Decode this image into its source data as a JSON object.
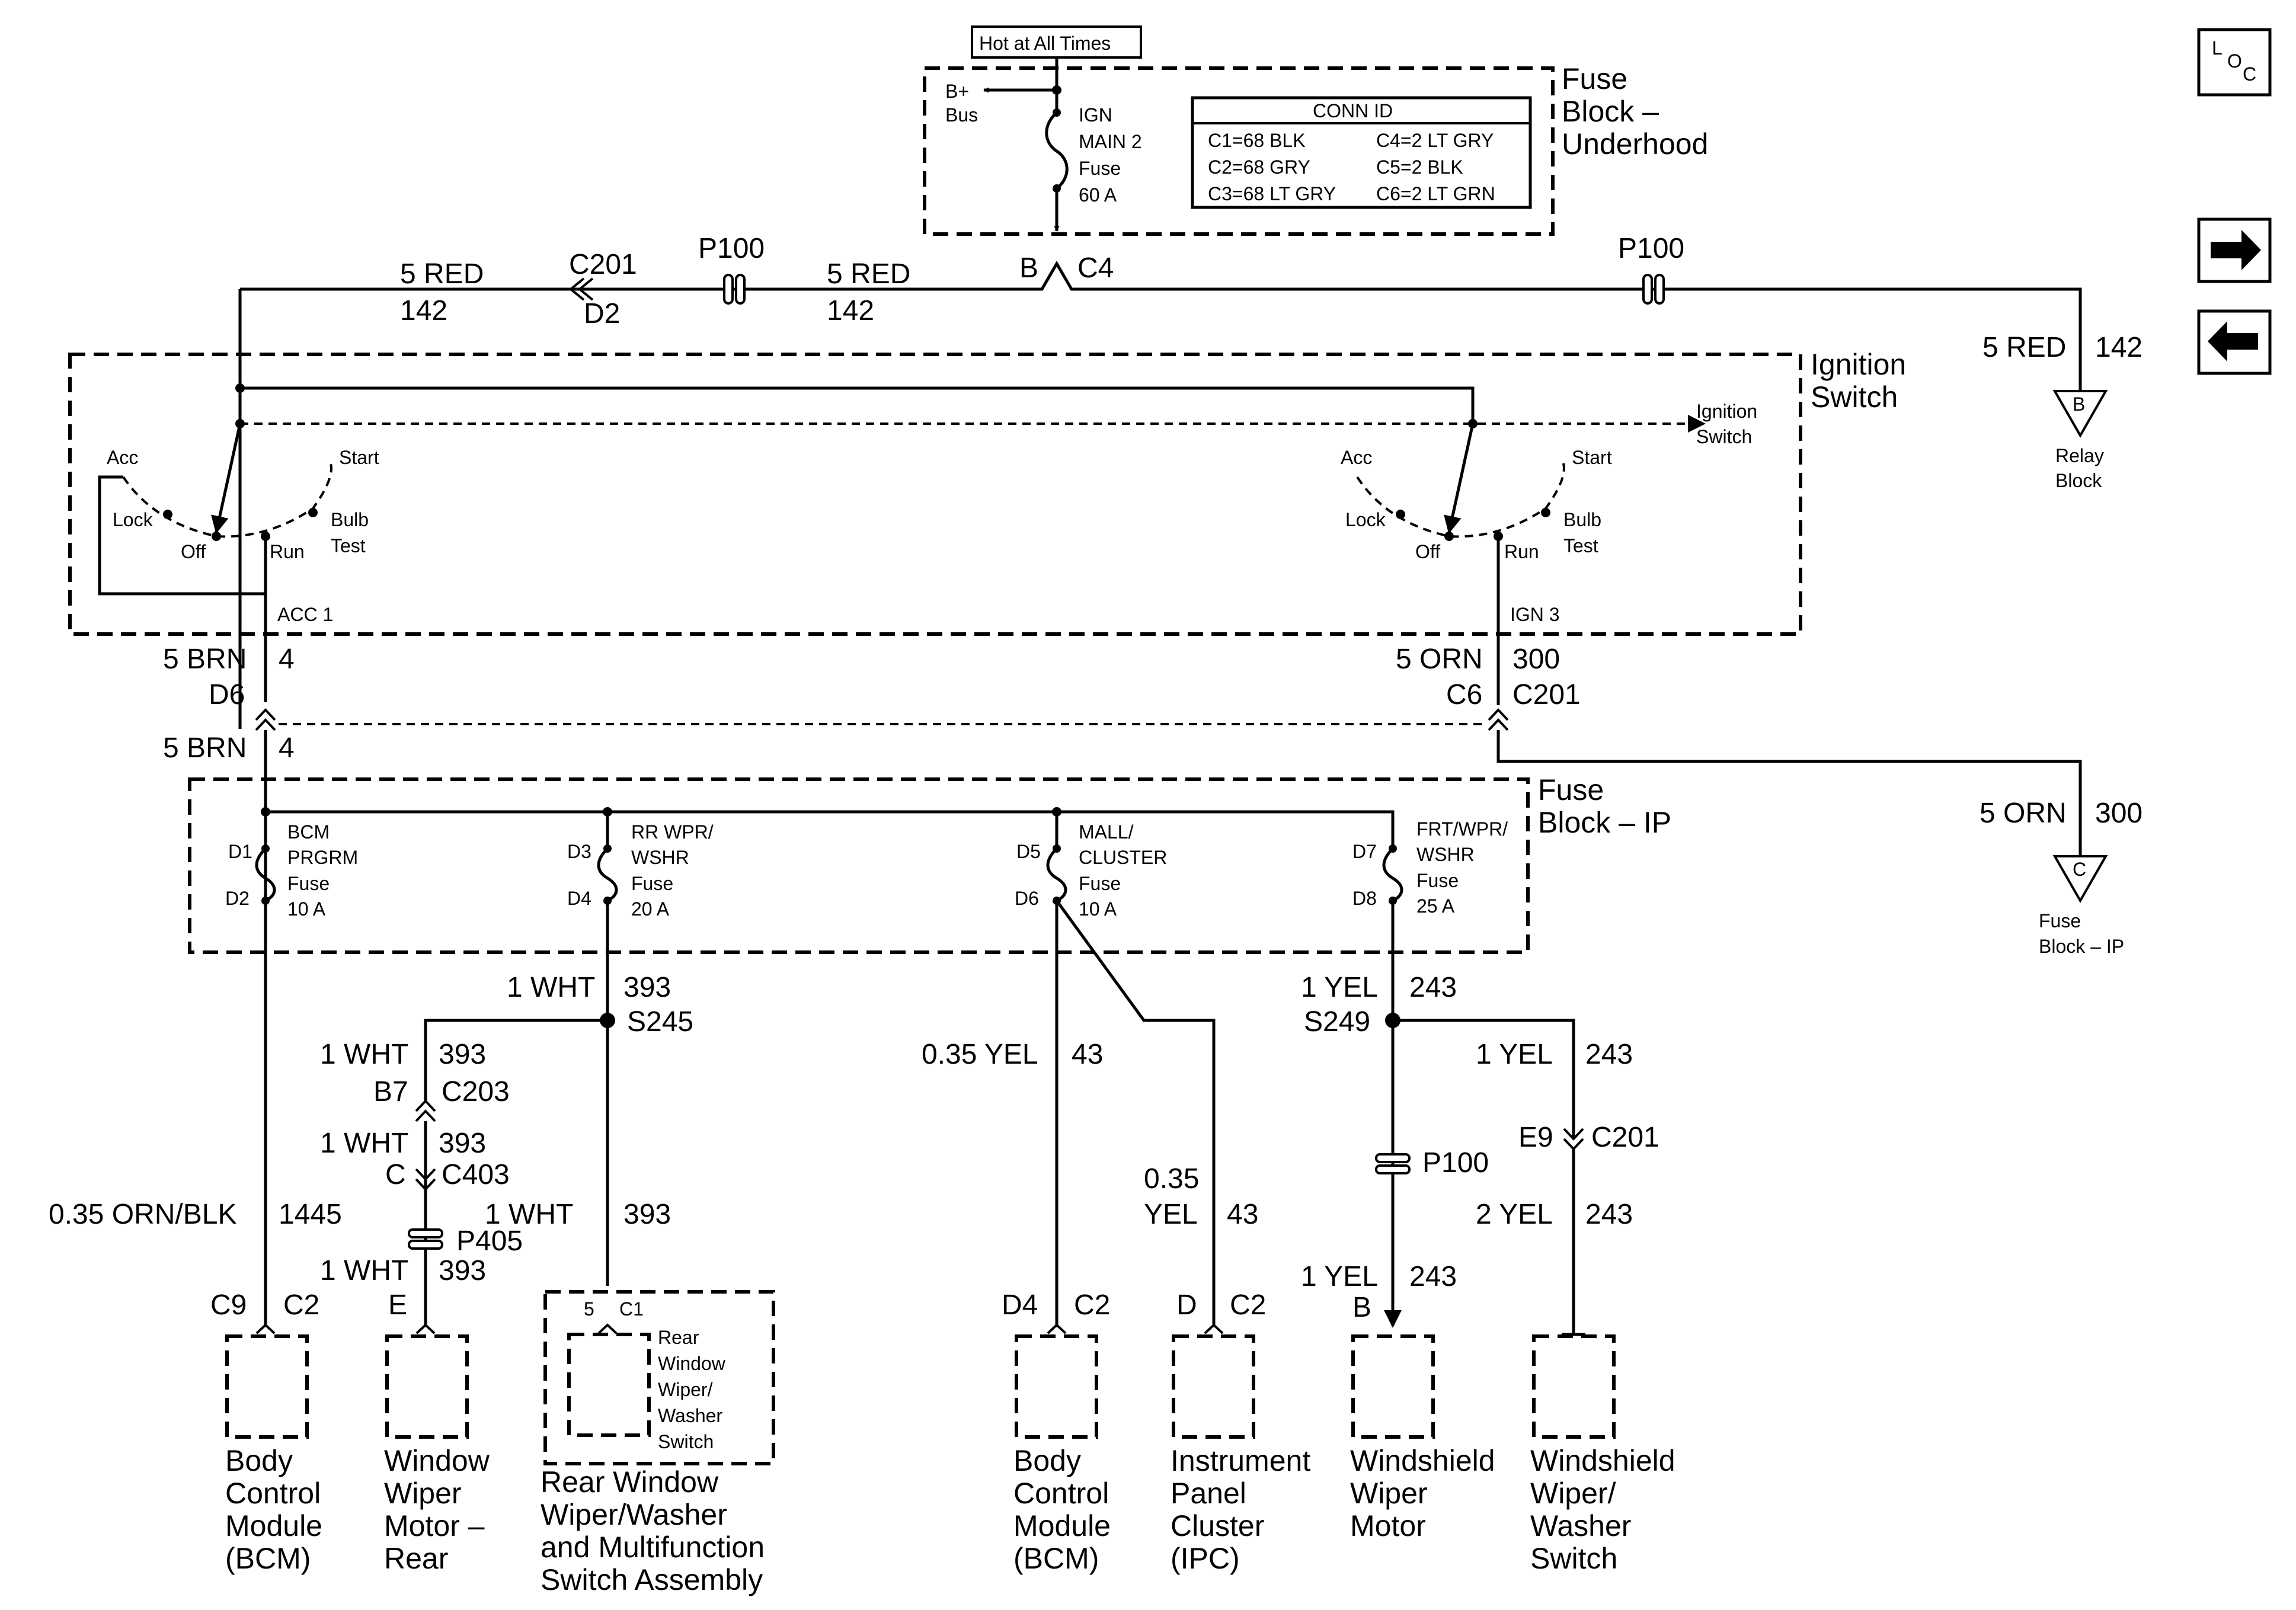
{
  "hot_label": "Hot at All Times",
  "nav": {
    "loc_l": "L",
    "loc_o": "O",
    "loc_c": "C"
  },
  "fuse_underhood": {
    "title_1": "Fuse",
    "title_2": "Block –",
    "title_3": "Underhood",
    "bplus_1": "B+",
    "bplus_2": "Bus",
    "fuse_1": "IGN",
    "fuse_2": "MAIN 2",
    "fuse_3": "Fuse",
    "fuse_4": "60 A",
    "conn_title": "CONN ID",
    "conn": [
      "C1=68 BLK",
      "C2=68 GRY",
      "C3=68 LT GRY",
      "C4=2 LT GRY",
      "C5=2 BLK",
      "C6=2 LT GRN"
    ],
    "pin": "B",
    "conn_pin": "C4"
  },
  "top_wires": {
    "left_wire": "5 RED",
    "left_circuit": "142",
    "c201": "C201",
    "d2": "D2",
    "p100_left": "P100",
    "mid_wire": "5 RED",
    "mid_circuit": "142",
    "p100_right": "P100",
    "relay_wire": "5 RED",
    "relay_circuit": "142",
    "relay_pin": "B",
    "relay_1": "Relay",
    "relay_2": "Block"
  },
  "ignition": {
    "title_1": "Ignition",
    "title_2": "Switch",
    "ref_1": "Ignition",
    "ref_2": "Switch",
    "acc": "Acc",
    "lock": "Lock",
    "off": "Off",
    "run": "Run",
    "start": "Start",
    "bulb": "Bulb",
    "test": "Test",
    "acc1": "ACC 1",
    "ign3": "IGN 3"
  },
  "mid_wires": {
    "brn_top": "5 BRN",
    "brn_top_circuit": "4",
    "d6": "D6",
    "brn_bot": "5 BRN",
    "brn_bot_circuit": "4",
    "orn": "5 ORN",
    "orn_circuit": "300",
    "c6": "C6",
    "c201": "C201",
    "orn_out": "5 ORN",
    "orn_out_circuit": "300",
    "fuse_ip_pin": "C",
    "fuse_ip_1": "Fuse",
    "fuse_ip_2": "Block – IP"
  },
  "fuse_ip": {
    "title_1": "Fuse",
    "title_2": "Block – IP",
    "fuses": [
      {
        "pin_top": "D1",
        "pin_bot": "D2",
        "n1": "BCM",
        "n2": "PRGRM",
        "n3": "Fuse",
        "n4": "10 A"
      },
      {
        "pin_top": "D3",
        "pin_bot": "D4",
        "n1": "RR WPR/",
        "n2": "WSHR",
        "n3": "Fuse",
        "n4": "20 A"
      },
      {
        "pin_top": "D5",
        "pin_bot": "D6",
        "n1": "MALL/",
        "n2": "CLUSTER",
        "n3": "Fuse",
        "n4": "10 A"
      },
      {
        "pin_top": "D7",
        "pin_bot": "D8",
        "n1": "FRT/WPR/",
        "n2": "WSHR",
        "n3": "Fuse",
        "n4": "25 A"
      }
    ]
  },
  "lower": {
    "wht_main": "1 WHT",
    "wht_main_circuit": "393",
    "s245": "S245",
    "wht_a": "1 WHT",
    "wht_a_circuit": "393",
    "b7": "B7",
    "c203": "C203",
    "wht_b": "1 WHT",
    "wht_b_circuit": "393",
    "c_pin": "C",
    "c403": "C403",
    "p405": "P405",
    "wht_c": "1 WHT",
    "wht_c_circuit": "393",
    "orn_blk": "0.35 ORN/BLK",
    "orn_blk_circuit": "1445",
    "wht_d": "1 WHT",
    "wht_d_circuit": "393",
    "yel_035": "0.35 YEL",
    "yel_035_circuit": "43",
    "yel_b1": "0.35",
    "yel_b2": "YEL",
    "yel_b_circuit": "43",
    "yel_main": "1 YEL",
    "yel_main_circuit": "243",
    "s249": "S249",
    "yel_right": "1 YEL",
    "yel_right_circuit": "243",
    "p100": "P100",
    "e9": "E9",
    "c201": "C201",
    "yel2": "2 YEL",
    "yel2_circuit": "243",
    "yel_motor": "1 YEL",
    "yel_motor_circuit": "243",
    "motor_pin": "B"
  },
  "components": [
    {
      "pin": "C9",
      "conn": "C2",
      "lines": [
        "Body",
        "Control",
        "Module",
        "(BCM)"
      ]
    },
    {
      "pin": "E",
      "conn": "",
      "lines": [
        "Window",
        "Wiper",
        "Motor –",
        "Rear"
      ]
    },
    {
      "pin": "5",
      "conn": "C1",
      "inner": [
        "Rear",
        "Window",
        "Wiper/",
        "Washer",
        "Switch"
      ],
      "lines": [
        "Rear Window",
        "Wiper/Washer",
        "and Multifunction",
        "Switch Assembly"
      ]
    },
    {
      "pin": "D4",
      "conn": "C2",
      "lines": [
        "Body",
        "Control",
        "Module",
        "(BCM)"
      ]
    },
    {
      "pin": "D",
      "conn": "C2",
      "lines": [
        "Instrument",
        "Panel",
        "Cluster",
        "(IPC)"
      ]
    },
    {
      "pin": "",
      "conn": "",
      "lines": [
        "Windshield",
        "Wiper",
        "Motor"
      ]
    },
    {
      "pin": "",
      "conn": "",
      "lines": [
        "Windshield",
        "Wiper/",
        "Washer",
        "Switch"
      ]
    }
  ]
}
